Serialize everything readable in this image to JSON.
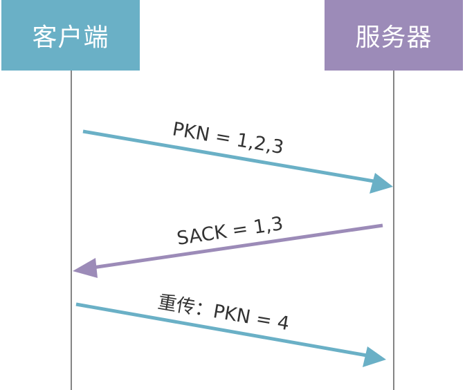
{
  "actors": {
    "client": {
      "label": "客户端",
      "color": "#6ab0c6"
    },
    "server": {
      "label": "服务器",
      "color": "#9c8bb8"
    }
  },
  "messages": [
    {
      "label": "PKN = 1,2,3",
      "from": "client",
      "to": "server",
      "color": "#6ab0c6"
    },
    {
      "label": "SACK = 1,3",
      "from": "server",
      "to": "client",
      "color": "#9c8bb8"
    },
    {
      "label": "重传：PKN = 4",
      "from": "client",
      "to": "server",
      "color": "#6ab0c6"
    }
  ],
  "lifeline_color": "#333333"
}
